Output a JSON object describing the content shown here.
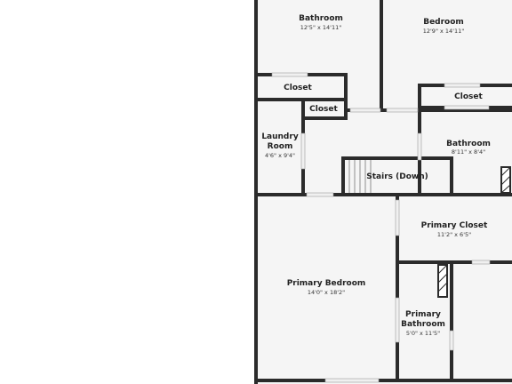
{
  "floor_plan": {
    "colors": {
      "background": "#ffffff",
      "floor": "#f5f5f5",
      "wall": "#2b2b2b",
      "opening": "#e6e6e6",
      "text": "#222222"
    },
    "rooms": {
      "bathroom_upper": {
        "name": "Bathroom",
        "dimensions": "12'5\" x 14'11\""
      },
      "bedroom": {
        "name": "Bedroom",
        "dimensions": "12'9\" x 14'11\""
      },
      "closet_left": {
        "name": "Closet"
      },
      "closet_small": {
        "name": "Closet"
      },
      "closet_right": {
        "name": "Closet"
      },
      "laundry": {
        "name_line1": "Laundry",
        "name_line2": "Room",
        "dimensions": "4'6\" x 9'4\""
      },
      "bathroom_right": {
        "name": "Bathroom",
        "dimensions": "8'11\" x 8'4\""
      },
      "stairs": {
        "name": "Stairs (Down)"
      },
      "primary_closet": {
        "name": "Primary Closet",
        "dimensions": "11'2\" x 6'5\""
      },
      "primary_bedroom": {
        "name": "Primary Bedroom",
        "dimensions": "14'0\" x 18'2\""
      },
      "primary_bathroom": {
        "name_line1": "Primary",
        "name_line2": "Bathroom",
        "dimensions": "5'0\" x 11'5\""
      }
    }
  }
}
